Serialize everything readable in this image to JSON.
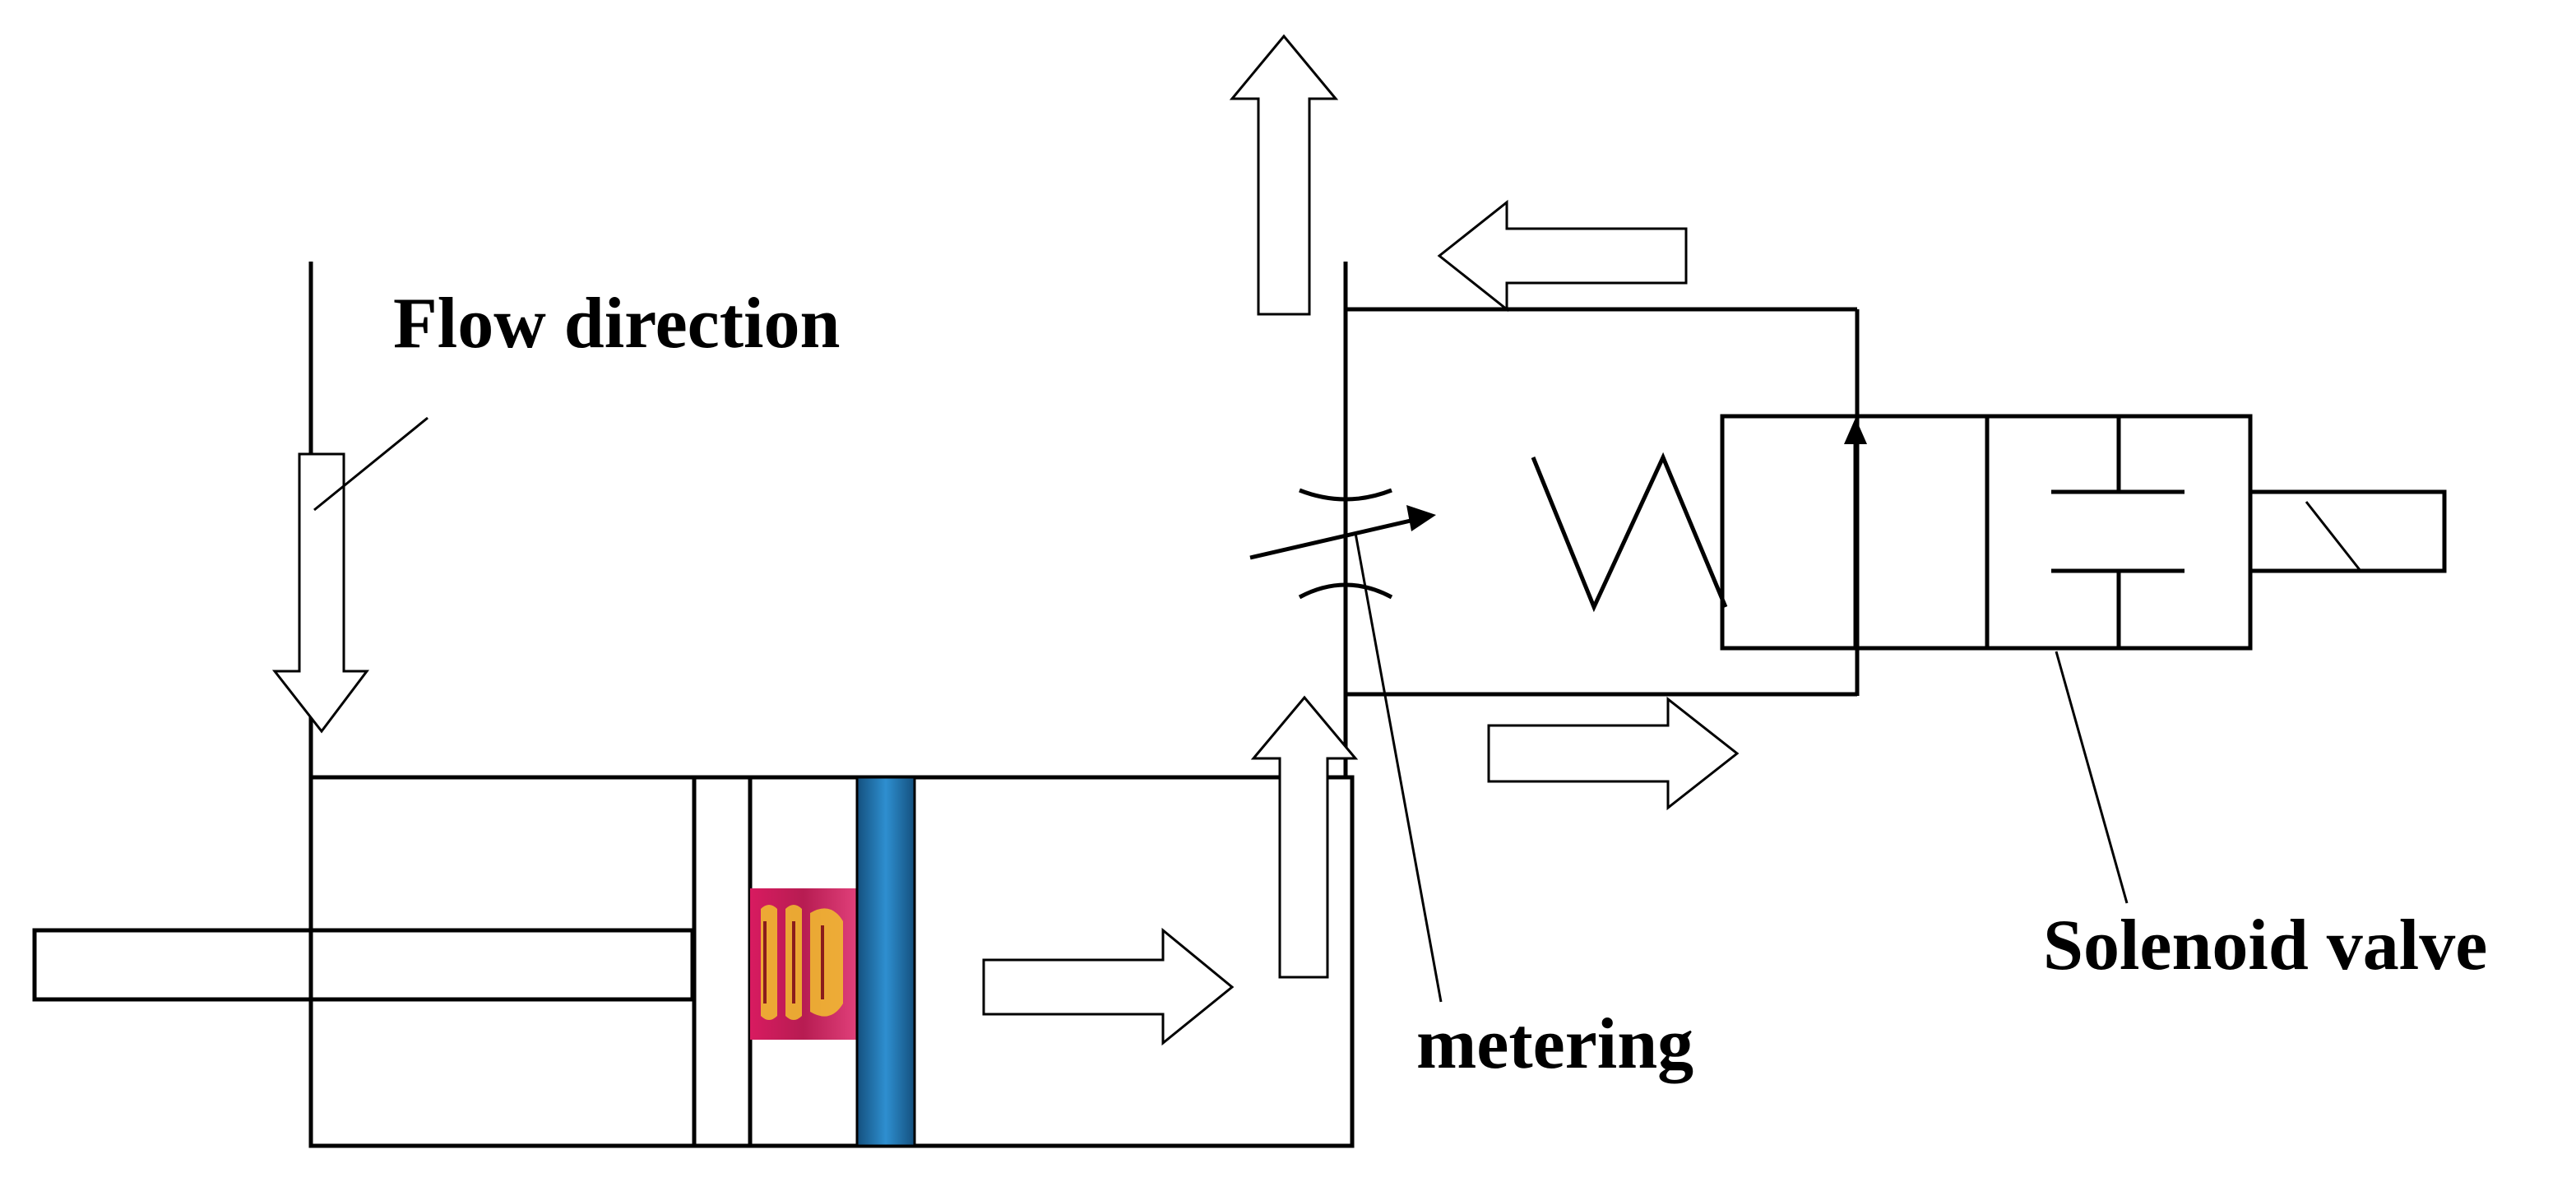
{
  "labels": {
    "flow_direction": "Flow direction",
    "metering": "metering",
    "solenoid_valve": "Solenoid valve"
  },
  "colors": {
    "stroke": "#000000",
    "background": "#ffffff",
    "piston_blue": "#1f6fa8",
    "spring_magenta": "#c8185a",
    "spring_yellow": "#f2c12e"
  }
}
